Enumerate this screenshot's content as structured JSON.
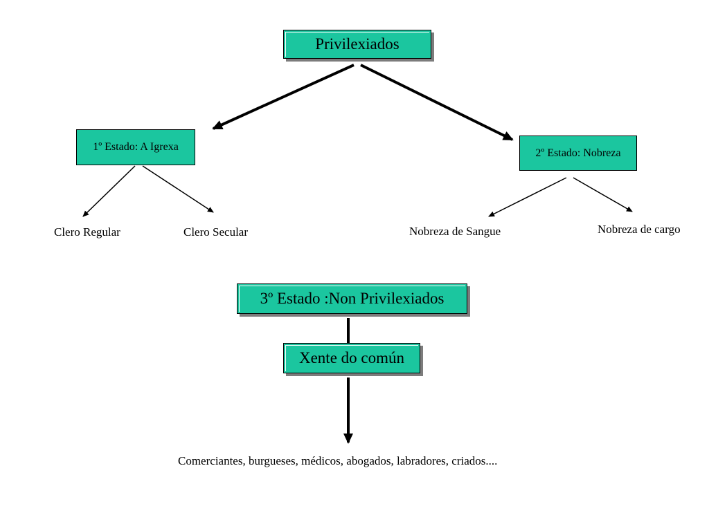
{
  "nodes": {
    "privileged": "Privilexiados",
    "first_estate": "1º Estado: A Igrexa",
    "second_estate": "2º Estado: Nobreza",
    "regular_clergy": "Clero Regular",
    "secular_clergy": "Clero Secular",
    "blood_nobility": "Nobreza de Sangue",
    "office_nobility": "Nobreza de cargo",
    "third_estate": "3º Estado :Non Privilexiados",
    "common_people": "Xente do común",
    "common_people_list": "Comerciantes, burgueses, médicos, abogados, labradores, criados...."
  },
  "colors": {
    "box_fill": "#1bc69f",
    "box_border": "#000000",
    "shadow": "#7c7c7c",
    "arrow": "#000000"
  }
}
